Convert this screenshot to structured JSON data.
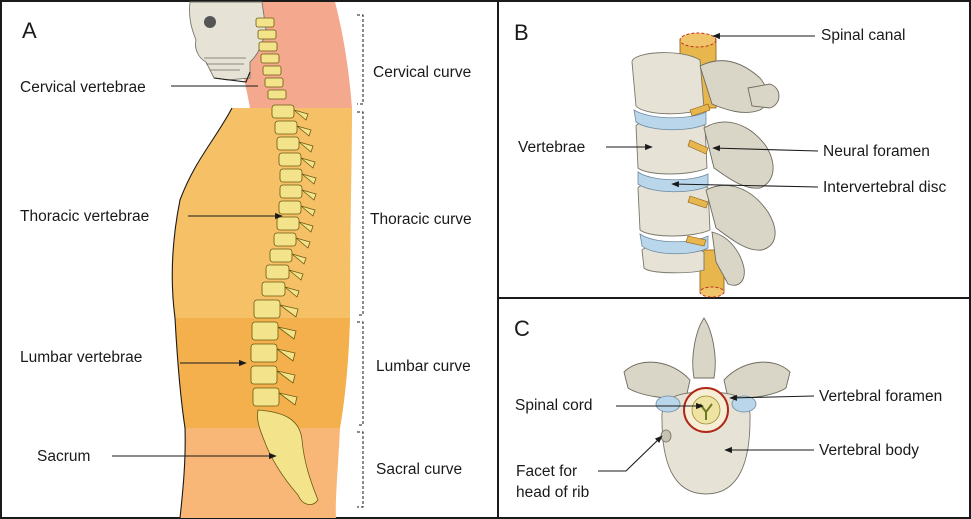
{
  "panels": {
    "a": {
      "letter": "A",
      "labels": {
        "cervical_vertebrae": "Cervical vertebrae",
        "thoracic_vertebrae": "Thoracic vertebrae",
        "lumbar_vertebrae": "Lumbar vertebrae",
        "sacrum": "Sacrum"
      },
      "curves": {
        "cervical": "Cervical curve",
        "thoracic": "Thoracic curve",
        "lumbar": "Lumbar curve",
        "sacral": "Sacral curve"
      },
      "colors": {
        "neck": "#f4a98e",
        "thoracic_region": "#f6c066",
        "lumbar_region": "#f3b04d",
        "sacral_region": "#f8b777",
        "bone": "#f3e38a"
      }
    },
    "b": {
      "letter": "B",
      "labels": {
        "spinal_canal": "Spinal canal",
        "vertebrae": "Vertebrae",
        "neural_foramen": "Neural foramen",
        "intervertebral_disc": "Intervertebral disc"
      }
    },
    "c": {
      "letter": "C",
      "labels": {
        "spinal_cord": "Spinal cord",
        "vertebral_foramen": "Vertebral foramen",
        "vertebral_body": "Vertebral body",
        "facet_line1": "Facet for",
        "facet_line2": "head of rib"
      }
    }
  }
}
